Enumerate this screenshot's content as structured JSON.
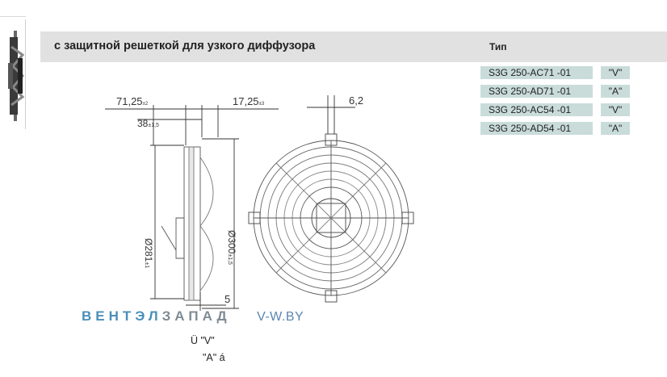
{
  "header": {
    "title": "с защитной решеткой для узкого диффузора",
    "type_label": "Тип"
  },
  "types": [
    {
      "name": "S3G 250-AC71  -01",
      "code": "\"V\""
    },
    {
      "name": "S3G 250-AD71  -01",
      "code": "\"A\""
    },
    {
      "name": "S3G 250-AC54  -01",
      "code": "\"V\""
    },
    {
      "name": "S3G 250-AD54  -01",
      "code": "\"A\""
    }
  ],
  "dimensions": {
    "d1": "71,25",
    "d1_tol": "±2",
    "d2": "17,25",
    "d2_tol": "±3",
    "d3": "38",
    "d3_tol": "±1,5",
    "d4": "6,2",
    "d5": "Ø281",
    "d5_tol": "±1",
    "d6": "Ø300",
    "d6_tol": "±1,5",
    "d7": "5"
  },
  "brand": {
    "part1": "ВЕНТЭЛ",
    "part2": "ЗАПАД",
    "url": "V-W.BY"
  },
  "footnotes": {
    "line1": "Ü \"V\"",
    "line2": "\"A\" á"
  },
  "colors": {
    "header_bg": "#e1e1e1",
    "type_cell_bg": "#c9dcda",
    "brand_blue": "#4a8fb8",
    "brand_gray": "#7f8c94"
  }
}
